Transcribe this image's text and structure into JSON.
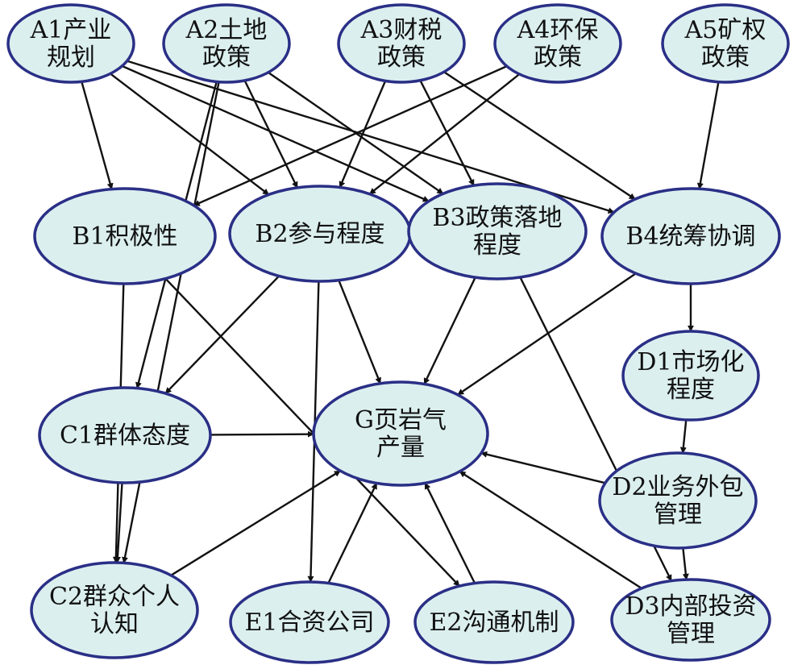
{
  "colors": {
    "node_fill": "#dcefef",
    "node_stroke": "#2a2f86",
    "edge": "#111111",
    "text": "#111111"
  },
  "nodes": [
    {
      "id": "A1",
      "lines": [
        "A1产业",
        "规划"
      ]
    },
    {
      "id": "A2",
      "lines": [
        "A2土地",
        "政策"
      ]
    },
    {
      "id": "A3",
      "lines": [
        "A3财税",
        "政策"
      ]
    },
    {
      "id": "A4",
      "lines": [
        "A4环保",
        "政策"
      ]
    },
    {
      "id": "A5",
      "lines": [
        "A5矿权",
        "政策"
      ]
    },
    {
      "id": "B1",
      "lines": [
        "B1积极性"
      ]
    },
    {
      "id": "B2",
      "lines": [
        "B2参与程度"
      ]
    },
    {
      "id": "B3",
      "lines": [
        "B3政策落地",
        "程度"
      ]
    },
    {
      "id": "B4",
      "lines": [
        "B4统筹协调"
      ]
    },
    {
      "id": "D1",
      "lines": [
        "D1市场化",
        "程度"
      ]
    },
    {
      "id": "C1",
      "lines": [
        "C1群体态度"
      ]
    },
    {
      "id": "G",
      "lines": [
        "G页岩气",
        "产量"
      ]
    },
    {
      "id": "D2",
      "lines": [
        "D2业务外包",
        "管理"
      ]
    },
    {
      "id": "C2",
      "lines": [
        "C2群众个人",
        "认知"
      ]
    },
    {
      "id": "E1",
      "lines": [
        "E1合资公司"
      ]
    },
    {
      "id": "E2",
      "lines": [
        "E2沟通机制"
      ]
    },
    {
      "id": "D3",
      "lines": [
        "D3内部投资",
        "管理"
      ]
    }
  ],
  "edges": [
    {
      "from": "A1",
      "to": "B1"
    },
    {
      "from": "A1",
      "to": "B2"
    },
    {
      "from": "A1",
      "to": "B3"
    },
    {
      "from": "A1",
      "to": "B4"
    },
    {
      "from": "A2",
      "to": "B2"
    },
    {
      "from": "A2",
      "to": "B3"
    },
    {
      "from": "A2",
      "to": "C1"
    },
    {
      "from": "A3",
      "to": "B2"
    },
    {
      "from": "A3",
      "to": "B4"
    },
    {
      "from": "A3",
      "to": "B3"
    },
    {
      "from": "A4",
      "to": "B2"
    },
    {
      "from": "A4",
      "to": "B1"
    },
    {
      "from": "A5",
      "to": "B4"
    },
    {
      "from": "B1",
      "to": "C2"
    },
    {
      "from": "B1",
      "to": "E2"
    },
    {
      "from": "B2",
      "to": "C1"
    },
    {
      "from": "B2",
      "to": "G"
    },
    {
      "from": "B2",
      "to": "E1"
    },
    {
      "from": "B3",
      "to": "G"
    },
    {
      "from": "B3",
      "to": "D3"
    },
    {
      "from": "B4",
      "to": "D1"
    },
    {
      "from": "B4",
      "to": "G"
    },
    {
      "from": "D1",
      "to": "D2"
    },
    {
      "from": "C1",
      "to": "G"
    },
    {
      "from": "C1",
      "to": "C2"
    },
    {
      "from": "A2",
      "to": "C2"
    },
    {
      "from": "D2",
      "to": "G"
    },
    {
      "from": "D2",
      "to": "D3"
    },
    {
      "from": "C2",
      "to": "G"
    },
    {
      "from": "E1",
      "to": "G"
    },
    {
      "from": "E2",
      "to": "G"
    },
    {
      "from": "D3",
      "to": "G"
    }
  ]
}
